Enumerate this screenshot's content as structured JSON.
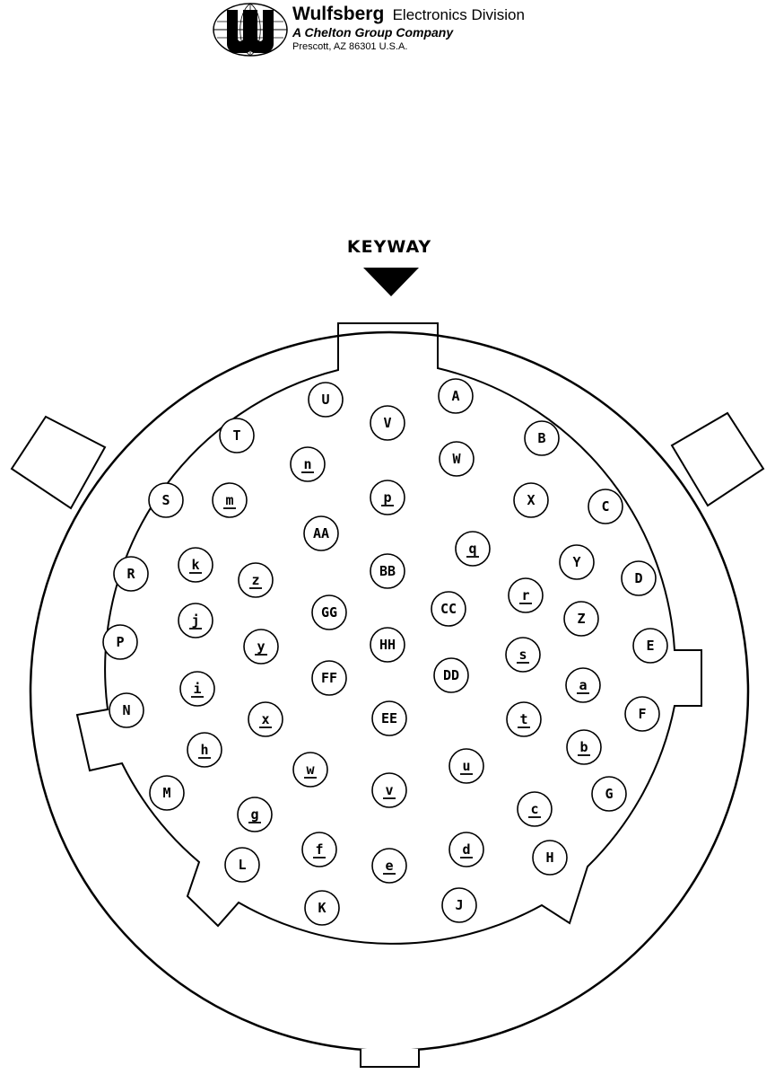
{
  "header": {
    "company": "Wulfsberg",
    "division": "Electronics Division",
    "parent": "A Chelton Group Company",
    "address": "Prescott, AZ  86301  U.S.A."
  },
  "diagram": {
    "keyway_label": "KEYWAY",
    "pins": [
      {
        "label": "U",
        "underline": false
      },
      {
        "label": "A",
        "underline": false
      },
      {
        "label": "V",
        "underline": false
      },
      {
        "label": "T",
        "underline": false
      },
      {
        "label": "B",
        "underline": false
      },
      {
        "label": "n",
        "underline": true
      },
      {
        "label": "W",
        "underline": false
      },
      {
        "label": "S",
        "underline": false
      },
      {
        "label": "m",
        "underline": true
      },
      {
        "label": "p",
        "underline": true
      },
      {
        "label": "X",
        "underline": false
      },
      {
        "label": "C",
        "underline": false
      },
      {
        "label": "AA",
        "underline": false
      },
      {
        "label": "q",
        "underline": true
      },
      {
        "label": "R",
        "underline": false
      },
      {
        "label": "k",
        "underline": true
      },
      {
        "label": "z",
        "underline": true
      },
      {
        "label": "BB",
        "underline": false
      },
      {
        "label": "Y",
        "underline": false
      },
      {
        "label": "D",
        "underline": false
      },
      {
        "label": "GG",
        "underline": false
      },
      {
        "label": "CC",
        "underline": false
      },
      {
        "label": "r",
        "underline": true
      },
      {
        "label": "j",
        "underline": true
      },
      {
        "label": "Z",
        "underline": false
      },
      {
        "label": "P",
        "underline": false
      },
      {
        "label": "y",
        "underline": true
      },
      {
        "label": "HH",
        "underline": false
      },
      {
        "label": "s",
        "underline": true
      },
      {
        "label": "E",
        "underline": false
      },
      {
        "label": "FF",
        "underline": false
      },
      {
        "label": "DD",
        "underline": false
      },
      {
        "label": "i",
        "underline": true
      },
      {
        "label": "a",
        "underline": true
      },
      {
        "label": "N",
        "underline": false
      },
      {
        "label": "x",
        "underline": true
      },
      {
        "label": "EE",
        "underline": false
      },
      {
        "label": "t",
        "underline": true
      },
      {
        "label": "F",
        "underline": false
      },
      {
        "label": "h",
        "underline": true
      },
      {
        "label": "b",
        "underline": true
      },
      {
        "label": "u",
        "underline": true
      },
      {
        "label": "w",
        "underline": true
      },
      {
        "label": "M",
        "underline": false
      },
      {
        "label": "v",
        "underline": true
      },
      {
        "label": "G",
        "underline": false
      },
      {
        "label": "g",
        "underline": true
      },
      {
        "label": "c",
        "underline": true
      },
      {
        "label": "f",
        "underline": true
      },
      {
        "label": "d",
        "underline": true
      },
      {
        "label": "L",
        "underline": false
      },
      {
        "label": "e",
        "underline": true
      },
      {
        "label": "H",
        "underline": false
      },
      {
        "label": "K",
        "underline": false
      },
      {
        "label": "J",
        "underline": false
      }
    ]
  }
}
